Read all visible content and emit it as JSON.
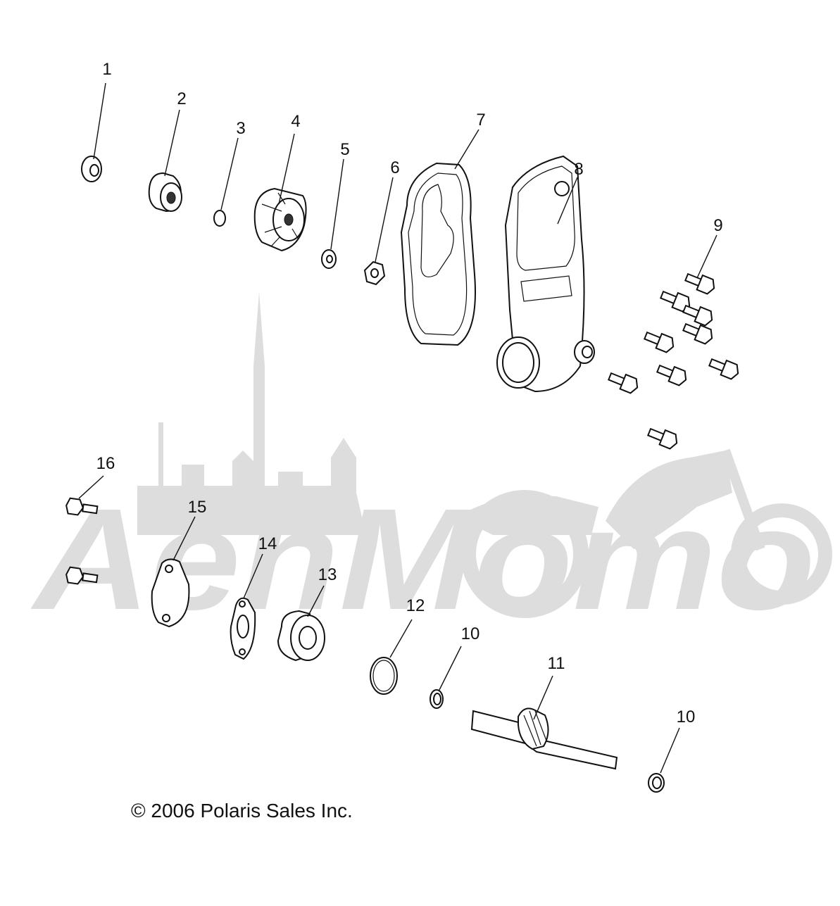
{
  "watermark_text": "AehMomo",
  "callouts": [
    {
      "label": "1"
    },
    {
      "label": "2"
    },
    {
      "label": "3"
    },
    {
      "label": "4"
    },
    {
      "label": "5"
    },
    {
      "label": "6"
    },
    {
      "label": "7"
    },
    {
      "label": "8"
    },
    {
      "label": "9"
    },
    {
      "label": "10"
    },
    {
      "label": "11"
    },
    {
      "label": "10"
    },
    {
      "label": "12"
    },
    {
      "label": "13"
    },
    {
      "label": "14"
    },
    {
      "label": "15"
    },
    {
      "label": "16"
    }
  ],
  "copyright": "© 2006 Polaris Sales Inc."
}
